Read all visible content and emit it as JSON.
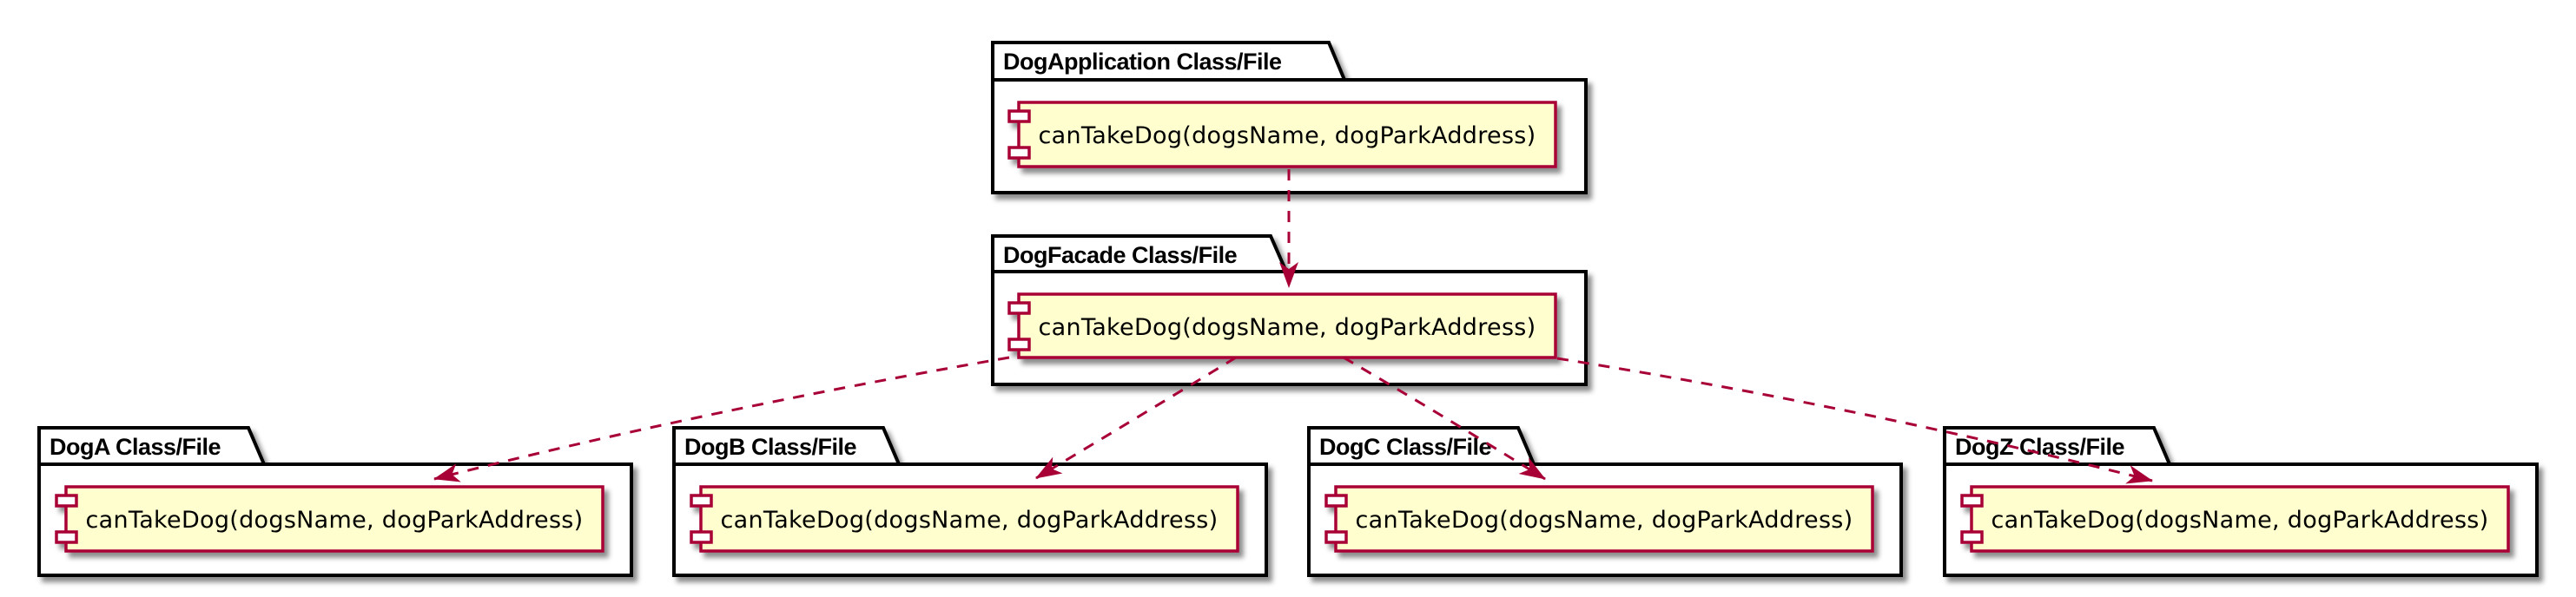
{
  "diagram": {
    "type": "uml-component-diagram",
    "pattern": "Facade",
    "background": "#FFFFFF",
    "packages": [
      {
        "title": "DogApplication Class/File",
        "component": "canTakeDog(dogsName, dogParkAddress)"
      },
      {
        "title": "DogFacade Class/File",
        "component": "canTakeDog(dogsName, dogParkAddress)"
      },
      {
        "title": "DogA Class/File",
        "component": "canTakeDog(dogsName, dogParkAddress)"
      },
      {
        "title": "DogB Class/File",
        "component": "canTakeDog(dogsName, dogParkAddress)"
      },
      {
        "title": "DogC Class/File",
        "component": "canTakeDog(dogsName, dogParkAddress)"
      },
      {
        "title": "DogZ Class/File",
        "component": "canTakeDog(dogsName, dogParkAddress)"
      }
    ],
    "relations": [
      {
        "from": "DogApplication Class/File",
        "to": "DogFacade Class/File",
        "style": "dashed-arrow"
      },
      {
        "from": "DogFacade Class/File",
        "to": "DogA Class/File",
        "style": "dashed-arrow"
      },
      {
        "from": "DogFacade Class/File",
        "to": "DogB Class/File",
        "style": "dashed-arrow"
      },
      {
        "from": "DogFacade Class/File",
        "to": "DogC Class/File",
        "style": "dashed-arrow"
      },
      {
        "from": "DogFacade Class/File",
        "to": "DogZ Class/File",
        "style": "dashed-arrow"
      }
    ],
    "colors": {
      "component_fill": "#FEFECE",
      "component_border": "#A80036",
      "arrow": "#A80036",
      "package_border": "#000000",
      "package_fill": "#FFFFFF",
      "text": "#000000"
    }
  }
}
